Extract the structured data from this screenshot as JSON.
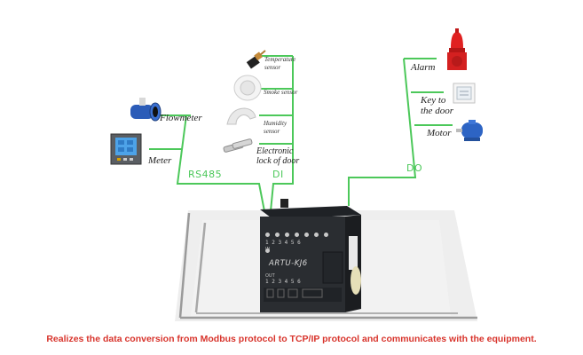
{
  "diagram": {
    "colors": {
      "wire": "#4cc85a",
      "caption": "#d8342c",
      "device_body": "#2a2d31",
      "platform": "#ececec"
    },
    "buses": {
      "rs485": "RS485",
      "di": "DI",
      "do": "DO"
    },
    "rs485_devices": [
      {
        "label": "Flowmeter",
        "icon": "flowmeter-icon"
      },
      {
        "label": "Meter",
        "icon": "power-meter-icon"
      }
    ],
    "di_devices": [
      {
        "label_line1": "Temperature",
        "label_line2": "sensor",
        "icon": "temperature-sensor-icon"
      },
      {
        "label_line1": "Smoke sensor",
        "label_line2": "",
        "icon": "smoke-sensor-icon"
      },
      {
        "label_line1": "Humidity",
        "label_line2": "sensor",
        "icon": "humidity-sensor-icon"
      },
      {
        "label_line1": "Electronic",
        "label_line2": "lock of door",
        "icon": "door-lock-icon"
      }
    ],
    "do_devices": [
      {
        "label_line1": "Alarm",
        "label_line2": "",
        "icon": "alarm-siren-icon"
      },
      {
        "label_line1": "Key to",
        "label_line2": "the door",
        "icon": "door-key-switch-icon"
      },
      {
        "label_line1": "Motor",
        "label_line2": "",
        "icon": "motor-icon"
      }
    ],
    "device": {
      "model": "ARTU-KJ6",
      "in_label": "IN",
      "in_numbers": "1 2 3 4 5 6",
      "out_label": "OUT",
      "out_numbers": "1 2 3 4 5 6"
    },
    "caption": "Realizes the data conversion from Modbus protocol to TCP/IP protocol and communicates with the equipment."
  }
}
